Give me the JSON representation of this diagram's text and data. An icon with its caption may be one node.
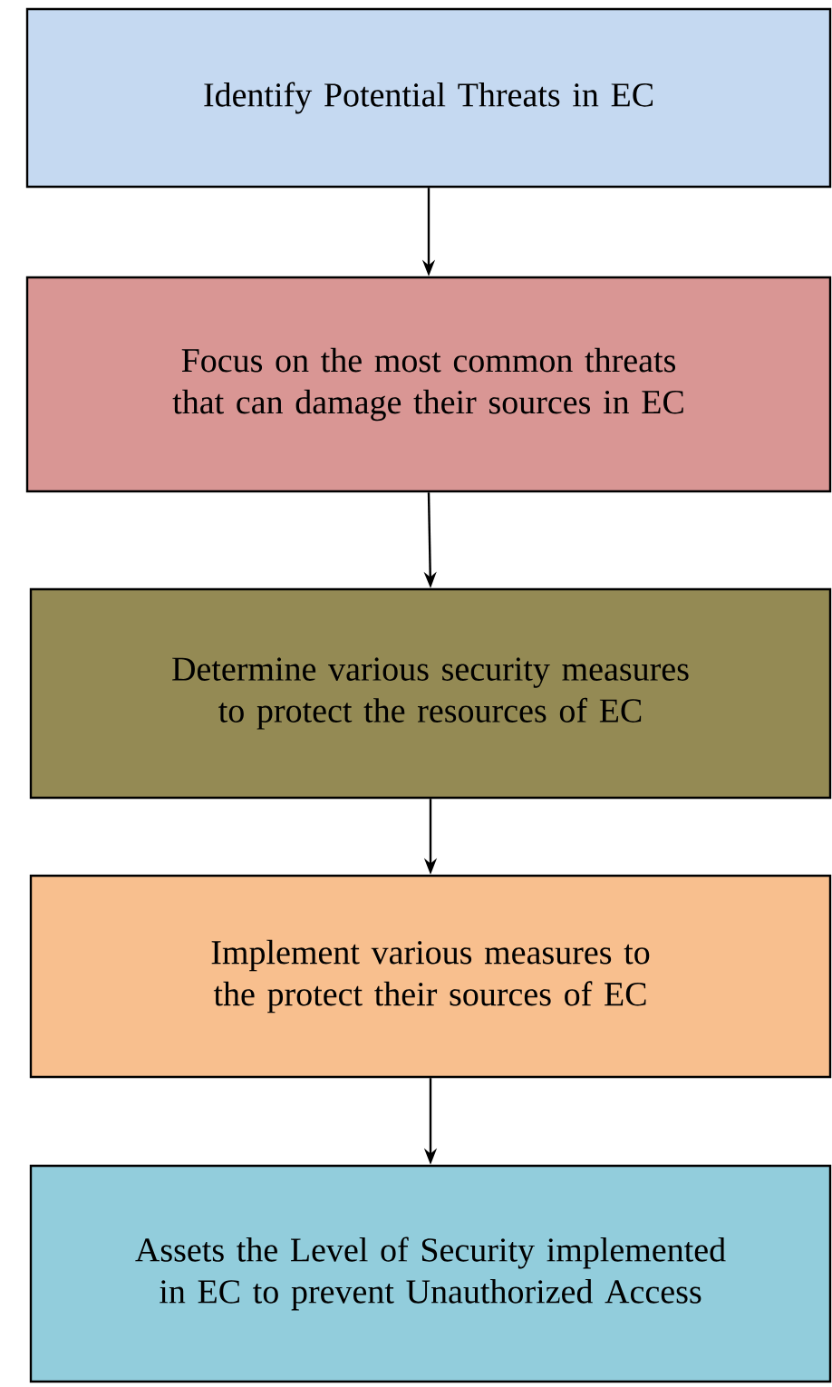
{
  "diagram": {
    "nodes": [
      {
        "text": [
          "Identify Potential Threats in EC"
        ]
      },
      {
        "text": [
          "Focus on the most common threats that can damage their sources in EC"
        ]
      },
      {
        "text": [
          "Determine various security measures to protect the resources of EC"
        ]
      },
      {
        "text": [
          "Implement various measures to the protect their sources of EC"
        ]
      },
      {
        "text": [
          "Assets the Level of Security implemented in EC to prevent Unauthorized Access"
        ]
      }
    ],
    "edges": [
      {
        "from": 0,
        "to": 1,
        "arrow": "to"
      },
      {
        "from": 1,
        "to": 2,
        "arrow": "to"
      },
      {
        "from": 2,
        "to": 3,
        "arrow": "to"
      },
      {
        "from": 3,
        "to": 4,
        "arrow": "to"
      }
    ]
  }
}
